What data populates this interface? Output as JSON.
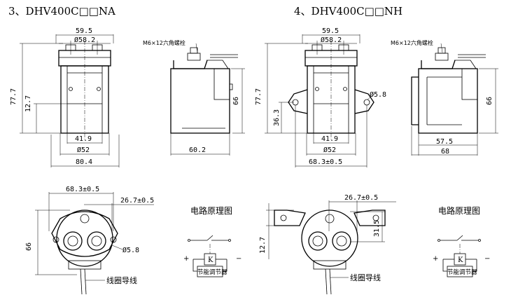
{
  "titles": {
    "na": "3、DHV400C□□NA",
    "nh": "4、DHV400C□□NH"
  },
  "na": {
    "d_width": "59.5",
    "d_dia_top": "Ø58.2",
    "d_height_total": "77.7",
    "d_height_mid": "12.7",
    "d_inner": "41.9",
    "d_dia_bot": "Ø52",
    "d_base": "80.4",
    "bolt": "M6×12六角螺栓",
    "d_side_h": "66",
    "d_side_w": "60.2",
    "d_bot_w": "68.3±0.5",
    "d_bot_pitch": "26.7±0.5",
    "d_bot_h": "66",
    "d_hole": "Ø5.8",
    "coil": "线圈导线"
  },
  "nh": {
    "d_width": "59.5",
    "d_dia_top": "Ø58.2",
    "d_height_total": "77.7",
    "d_height_mid": "36.3",
    "d_hole": "Ø5.8",
    "d_inner": "41.9",
    "d_dia_bot": "Ø52",
    "d_base": "68.3±0.5",
    "bolt": "M6×12六角螺栓",
    "d_side_h": "66",
    "d_side_w1": "57.5",
    "d_side_w2": "68",
    "d_bot_pitch": "26.7±0.5",
    "d_bot_h1": "31.5",
    "d_bot_h2": "12.7",
    "coil": "线圈导线"
  },
  "circuit": {
    "title": "电路原理图",
    "k": "K",
    "plus": "+",
    "minus": "−",
    "regulator": "节能调节器"
  }
}
